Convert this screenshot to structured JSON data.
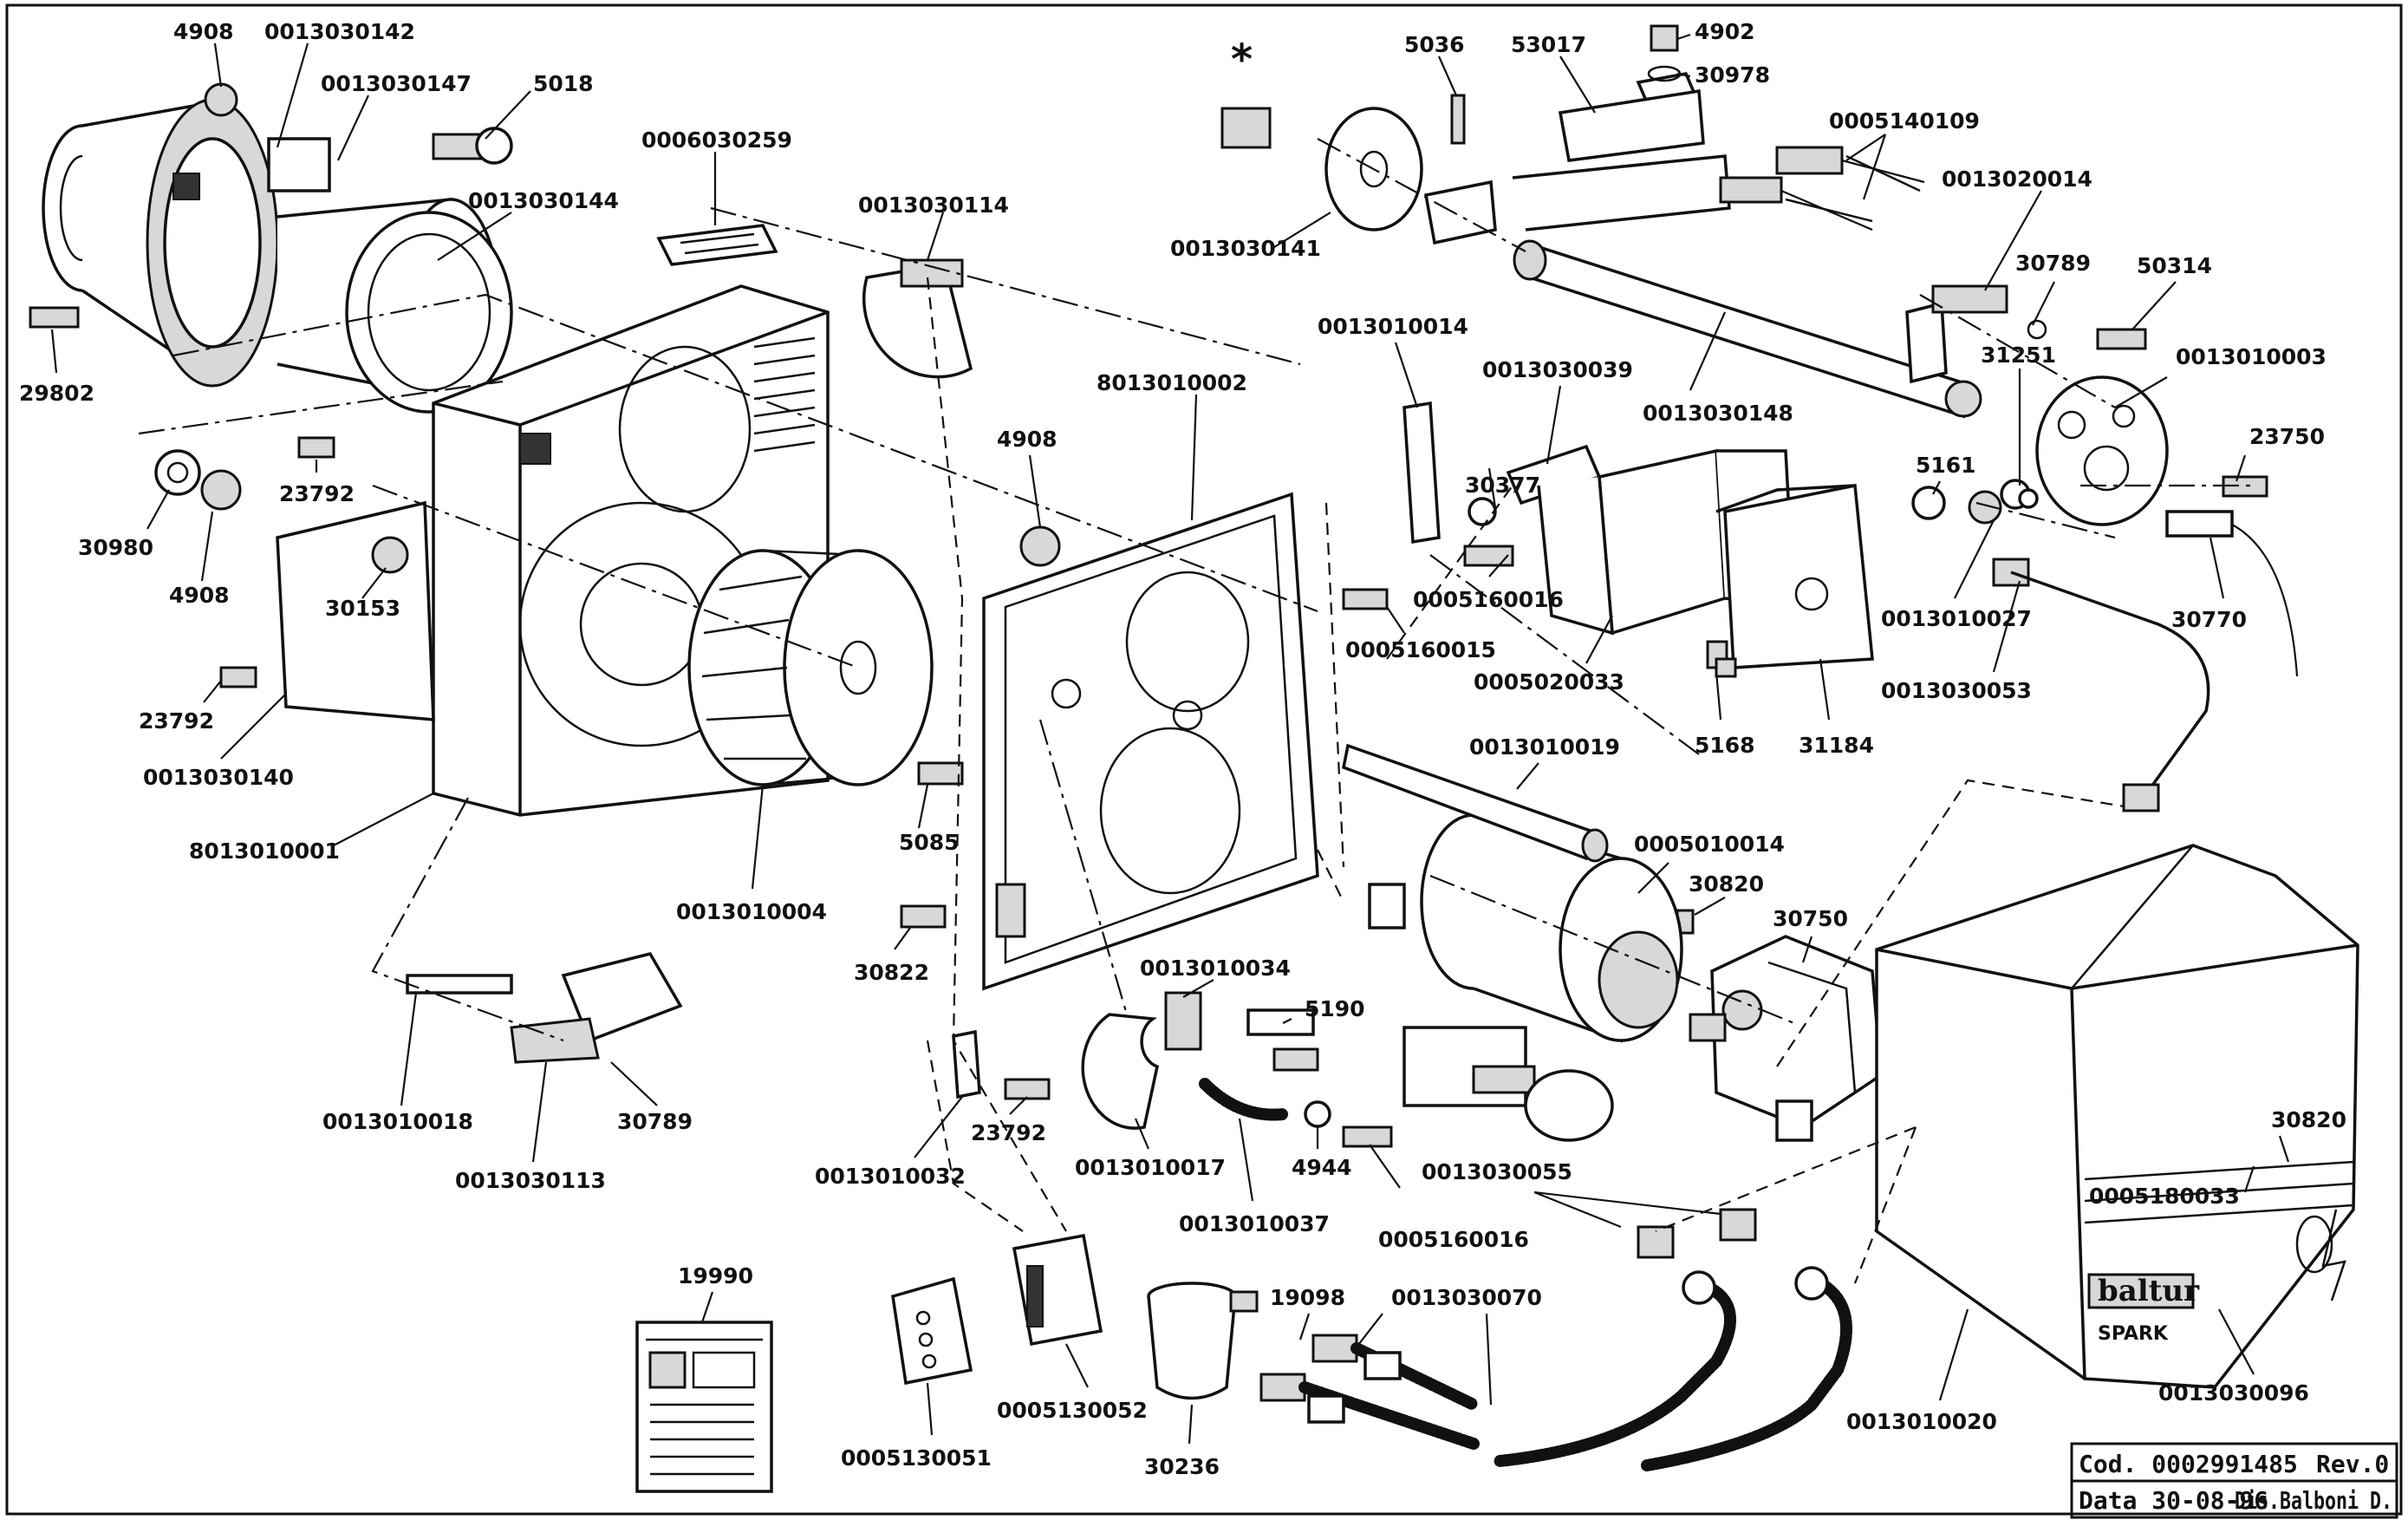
{
  "diagram": {
    "asterisk": "*",
    "cover_brand": "baltur",
    "cover_model": "SPARK",
    "title_block": {
      "code": "Cod. 0002991485",
      "revision": "Rev.0",
      "date": "Data 30-08-96",
      "drawn_by": "Dis.Balboni D."
    },
    "parts": [
      {
        "id": "p01",
        "number": "4908"
      },
      {
        "id": "p02",
        "number": "0013030142"
      },
      {
        "id": "p03",
        "number": "0013030147"
      },
      {
        "id": "p04",
        "number": "5018"
      },
      {
        "id": "p05",
        "number": "0013030144"
      },
      {
        "id": "p06",
        "number": "0006030259"
      },
      {
        "id": "p07",
        "number": "0013030114"
      },
      {
        "id": "p08",
        "number": "29802"
      },
      {
        "id": "p09",
        "number": "30980"
      },
      {
        "id": "p10",
        "number": "4908"
      },
      {
        "id": "p11",
        "number": "23792"
      },
      {
        "id": "p12",
        "number": "30153"
      },
      {
        "id": "p13",
        "number": "23792"
      },
      {
        "id": "p14",
        "number": "0013030140"
      },
      {
        "id": "p15",
        "number": "8013010001"
      },
      {
        "id": "p16",
        "number": "0013010004"
      },
      {
        "id": "p17",
        "number": "8013010002"
      },
      {
        "id": "p18",
        "number": "4908"
      },
      {
        "id": "p19",
        "number": "5085"
      },
      {
        "id": "p20",
        "number": "30822"
      },
      {
        "id": "p21",
        "number": "0013010018"
      },
      {
        "id": "p22",
        "number": "0013030113"
      },
      {
        "id": "p23",
        "number": "30789"
      },
      {
        "id": "p24",
        "number": "0013010032"
      },
      {
        "id": "p25",
        "number": "23792"
      },
      {
        "id": "p26",
        "number": "0013010034"
      },
      {
        "id": "p27",
        "number": "5190"
      },
      {
        "id": "p28",
        "number": "0013010017"
      },
      {
        "id": "p29",
        "number": "4944"
      },
      {
        "id": "p30",
        "number": "0013010037"
      },
      {
        "id": "p31",
        "number": "0005160016"
      },
      {
        "id": "p32",
        "number": "19990"
      },
      {
        "id": "p33",
        "number": "0005130051"
      },
      {
        "id": "p34",
        "number": "0005130052"
      },
      {
        "id": "p35",
        "number": "30236"
      },
      {
        "id": "p36",
        "number": "19098"
      },
      {
        "id": "p37",
        "number": "0013030070"
      },
      {
        "id": "p38",
        "number": "0013030055"
      },
      {
        "id": "p39",
        "number": "5036"
      },
      {
        "id": "p40",
        "number": "53017"
      },
      {
        "id": "p41",
        "number": "4902"
      },
      {
        "id": "p42",
        "number": "30978"
      },
      {
        "id": "p43",
        "number": "0005140109"
      },
      {
        "id": "p44",
        "number": "0013030141"
      },
      {
        "id": "p45",
        "number": "0013020014"
      },
      {
        "id": "p46",
        "number": "30789"
      },
      {
        "id": "p47",
        "number": "50314"
      },
      {
        "id": "p48",
        "number": "0013010014"
      },
      {
        "id": "p49",
        "number": "0013030039"
      },
      {
        "id": "p50",
        "number": "0013030148"
      },
      {
        "id": "p51",
        "number": "31251"
      },
      {
        "id": "p52",
        "number": "0013010003"
      },
      {
        "id": "p53",
        "number": "23750"
      },
      {
        "id": "p54",
        "number": "30377"
      },
      {
        "id": "p55",
        "number": "5161"
      },
      {
        "id": "p56",
        "number": "0005160016"
      },
      {
        "id": "p57",
        "number": "0005160015"
      },
      {
        "id": "p58",
        "number": "0013010027"
      },
      {
        "id": "p59",
        "number": "30770"
      },
      {
        "id": "p60",
        "number": "0005020033"
      },
      {
        "id": "p61",
        "number": "5168"
      },
      {
        "id": "p62",
        "number": "31184"
      },
      {
        "id": "p63",
        "number": "0013030053"
      },
      {
        "id": "p64",
        "number": "0013010019"
      },
      {
        "id": "p65",
        "number": "0005010014"
      },
      {
        "id": "p66",
        "number": "30820"
      },
      {
        "id": "p67",
        "number": "30750"
      },
      {
        "id": "p68",
        "number": "30820"
      },
      {
        "id": "p69",
        "number": "0005180033"
      },
      {
        "id": "p70",
        "number": "0013030096"
      },
      {
        "id": "p71",
        "number": "0013010020"
      }
    ]
  }
}
